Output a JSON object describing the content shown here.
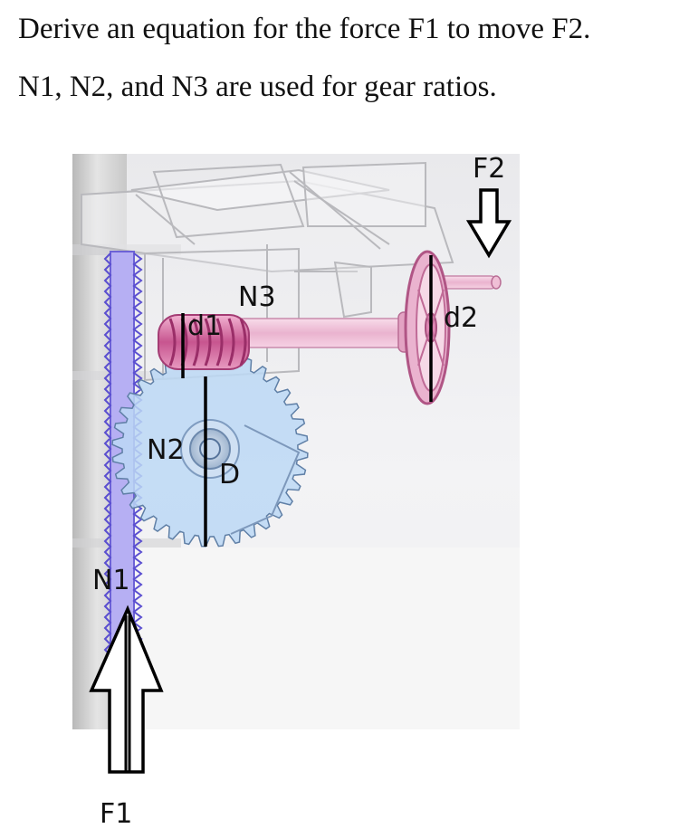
{
  "problem": {
    "line1": "Derive an equation for the force F1 to move F2.",
    "line2": "N1, N2, and N3 are used for gear ratios."
  },
  "diagram": {
    "labels": {
      "f1": "F1",
      "f2": "F2",
      "n1": "N1",
      "n2": "N2",
      "n3": "N3",
      "d1": "d1",
      "d2": "d2",
      "big_d": "D"
    },
    "colors": {
      "rack": "#8a7ff0",
      "spur_gear": "#bcd8f4",
      "worm": "#dc7fb0",
      "shaft": "#efc2d8",
      "handwheel": "#de86b4",
      "arrow": "#000000"
    },
    "icons": {
      "f1_arrow": "hollow-up-arrow",
      "f2_arrow": "hollow-down-arrow"
    }
  }
}
